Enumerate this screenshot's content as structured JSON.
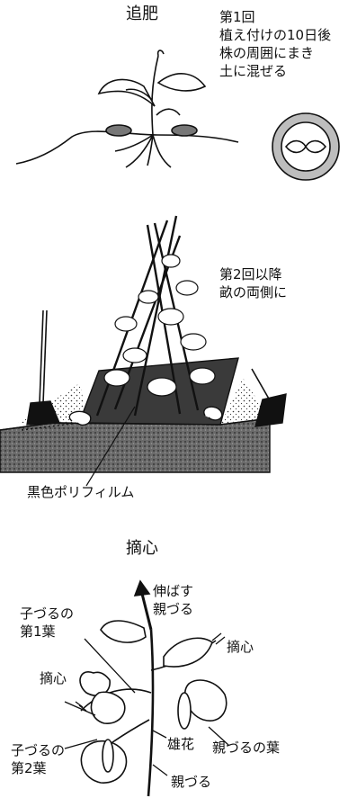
{
  "section1": {
    "title": "追肥",
    "note_lines": [
      "第1回",
      "植え付けの10日後",
      "株の周囲にまき",
      "土に混ぜる"
    ]
  },
  "section2": {
    "note_lines": [
      "第2回以降",
      "畝の両側に"
    ],
    "label_mulch": "黒色ポリフィルム"
  },
  "section3": {
    "title": "摘心",
    "label_extend": [
      "伸ばす",
      "親づる"
    ],
    "label_child_leaf1": [
      "子づるの",
      "第1葉"
    ],
    "label_pinch_left": "摘心",
    "label_pinch_right": "摘心",
    "label_child_leaf2": [
      "子づるの",
      "第2葉"
    ],
    "label_male_flower": "雄花",
    "label_parent_leaf": "親づるの葉",
    "label_parent_vine": "親づる"
  }
}
